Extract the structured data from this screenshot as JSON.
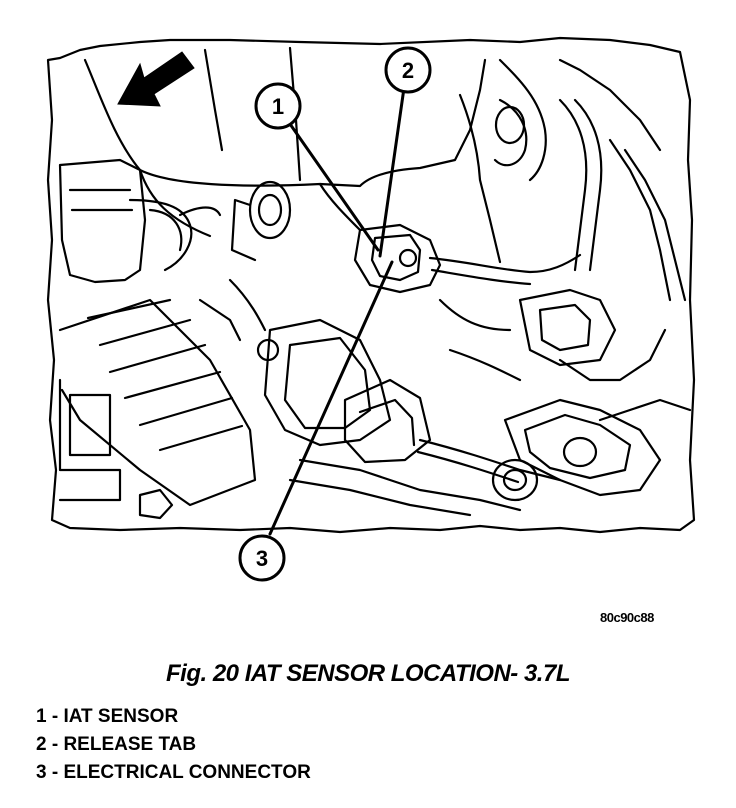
{
  "figure": {
    "code": "80c90c88",
    "caption": "Fig. 20 IAT SENSOR LOCATION- 3.7L",
    "callouts": [
      "1",
      "2",
      "3"
    ]
  },
  "legend": [
    "1 - IAT SENSOR",
    "2 - RELEASE TAB",
    "3 - ELECTRICAL CONNECTOR"
  ],
  "colors": {
    "ink": "#000000",
    "paper": "#ffffff"
  }
}
